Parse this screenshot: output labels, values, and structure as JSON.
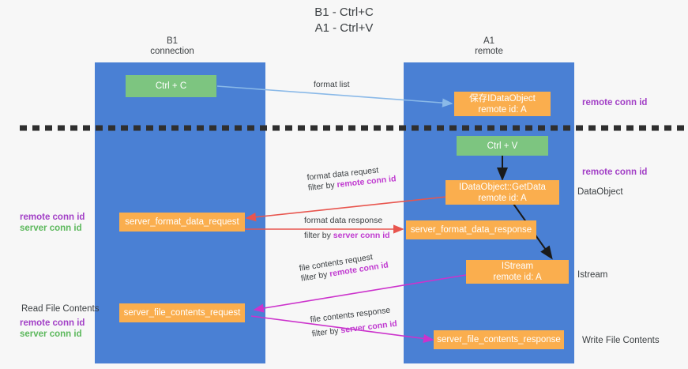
{
  "title": {
    "line1": "B1 - Ctrl+C",
    "line2": "A1 - Ctrl+V"
  },
  "columns": [
    {
      "name": "b1",
      "title": "B1",
      "subtitle": "connection"
    },
    {
      "name": "a1",
      "title": "A1",
      "subtitle": "remote"
    }
  ],
  "colors": {
    "column": "#4a80d4",
    "orange_box": "#faae4e",
    "green_box": "#7dc580",
    "purple_text": "#a23fc6",
    "green_text": "#5cb85c",
    "magenta_arrow": "#cc33cc",
    "red_arrow": "#e8554e",
    "blue_arrow": "#8ab9e8",
    "black_arrow": "#1a1a1a",
    "divider": "#2f2f2f",
    "background": "#f7f7f7"
  },
  "boxes": {
    "ctrl_c": {
      "line1": "Ctrl + C"
    },
    "save_idataobject": {
      "line1": "保存IDataObject",
      "line2": "remote id: A"
    },
    "ctrl_v": {
      "line1": "Ctrl + V"
    },
    "getdata": {
      "line1": "IDataObject::GetData",
      "line2": "remote id: A"
    },
    "server_format_data_request": {
      "line1": "server_format_data_request"
    },
    "server_format_data_response": {
      "line1": "server_format_data_response"
    },
    "istream": {
      "line1": "IStream",
      "line2": "remote id: A"
    },
    "server_file_contents_request": {
      "line1": "server_file_contents_request"
    },
    "server_file_contents_response": {
      "line1": "server_file_contents_response"
    }
  },
  "arrow_labels": {
    "format_list": {
      "text": "format list"
    },
    "format_data_request": {
      "line1": "format data request",
      "line2_prefix": "filter by ",
      "line2_key": "remote conn id"
    },
    "format_data_response": {
      "line1": "format data response",
      "line2_prefix": "filter by ",
      "line2_key": "server conn id"
    },
    "file_contents_request": {
      "line1": "file contents request",
      "line2_prefix": "filter by ",
      "line2_key": "remote conn id"
    },
    "file_contents_response": {
      "line1": "file contents response",
      "line2_prefix": "filter by ",
      "line2_key": "server conn id"
    }
  },
  "side_labels": {
    "right_remote_conn_id_top": "remote conn id",
    "right_remote_conn_id_mid": "remote conn id",
    "right_dataobject": "DataObject",
    "right_istream": "Istream",
    "right_write_file_contents": "Write File Contents",
    "left_remote_conn_id_1": "remote conn id",
    "left_server_conn_id_1": "server conn id",
    "left_read_file_contents": "Read File Contents",
    "left_remote_conn_id_2": "remote conn id",
    "left_server_conn_id_2": "server conn id"
  }
}
